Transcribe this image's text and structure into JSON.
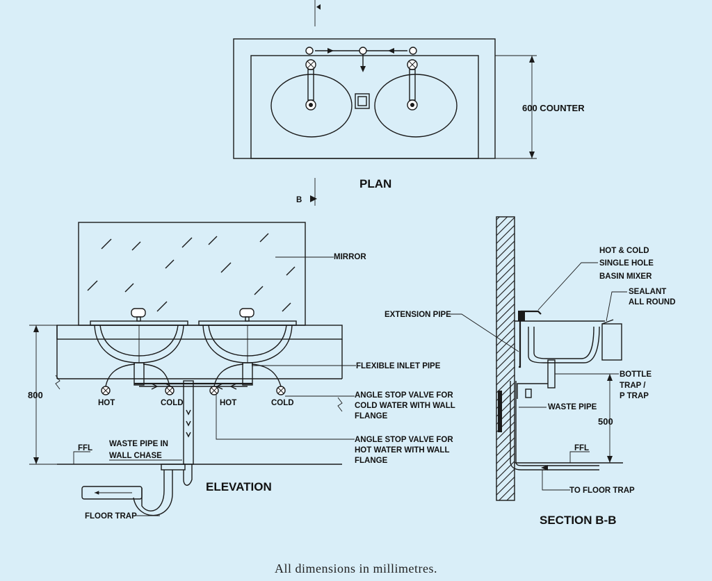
{
  "views": {
    "plan_title": "PLAN",
    "elevation_title": "ELEVATION",
    "section_title": "SECTION B-B"
  },
  "plan": {
    "counter_dim": "600 COUNTER",
    "section_mark": "B"
  },
  "elevation": {
    "mirror": "MIRROR",
    "flexible_inlet_pipe": "FLEXIBLE INLET PIPE",
    "hot": "HOT",
    "cold": "COLD",
    "angle_cold": [
      "ANGLE STOP VALVE FOR",
      "COLD WATER WITH WALL",
      "FLANGE"
    ],
    "angle_hot": [
      "ANGLE STOP VALVE FOR",
      "HOT WATER WITH WALL",
      "FLANGE"
    ],
    "waste_pipe_chase": [
      "WASTE PIPE IN",
      "WALL CHASE"
    ],
    "ffl": "FFL",
    "floor_trap": "FLOOR TRAP",
    "height_dim": "800"
  },
  "section": {
    "mixer": [
      "HOT & COLD",
      "SINGLE HOLE",
      "BASIN MIXER"
    ],
    "sealant": [
      "SEALANT",
      "ALL ROUND"
    ],
    "extension_pipe": "EXTENSION PIPE",
    "bottle_trap": [
      "BOTTLE",
      "TRAP /",
      "P TRAP"
    ],
    "waste_pipe": "WASTE PIPE",
    "ffl": "FFL",
    "to_floor_trap": "TO FLOOR TRAP",
    "height_dim": "500"
  },
  "note": "All dimensions in millimetres."
}
